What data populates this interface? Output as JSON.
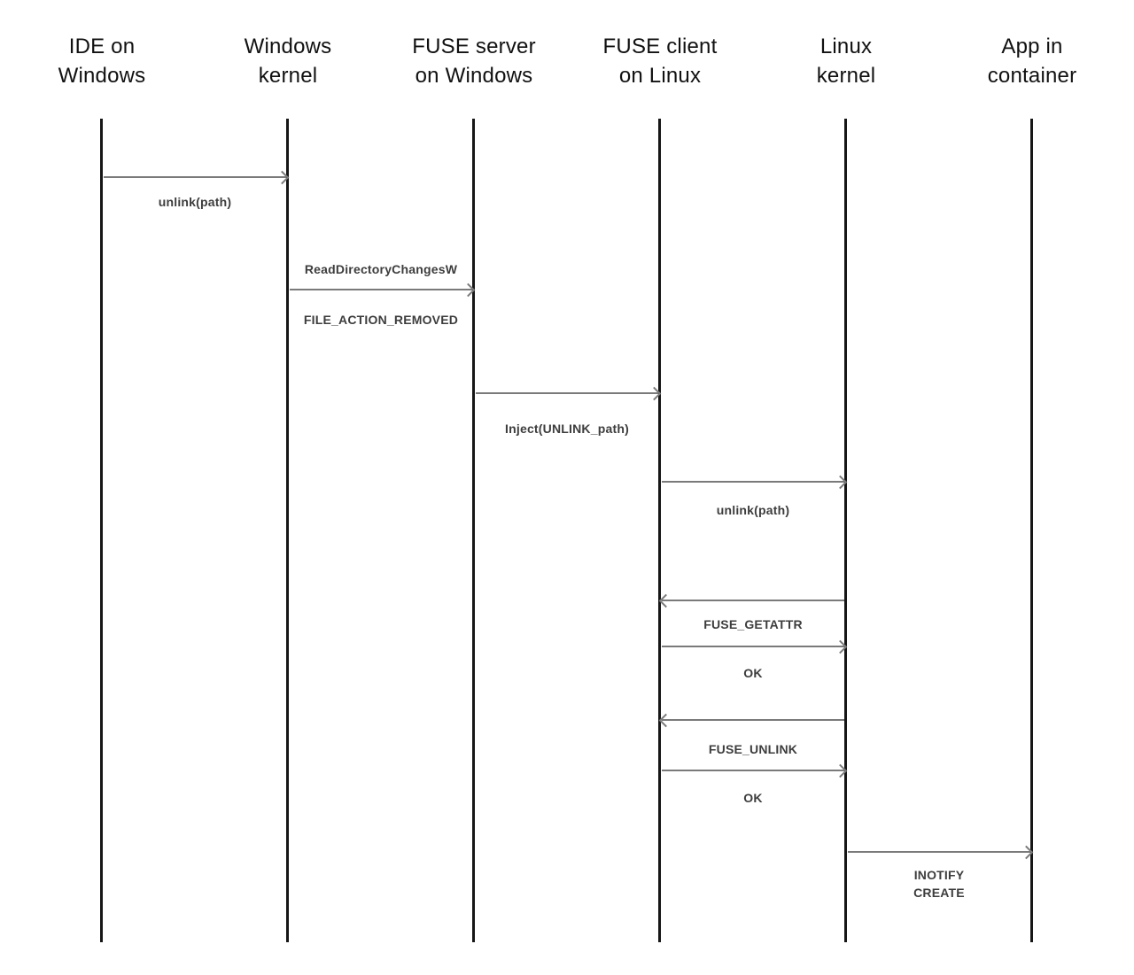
{
  "diagram": {
    "type": "sequence-diagram",
    "actors": [
      {
        "label": "IDE on\nWindows"
      },
      {
        "label": "Windows\nkernel"
      },
      {
        "label": "FUSE server\non Windows"
      },
      {
        "label": "FUSE client\non Linux"
      },
      {
        "label": "Linux\nkernel"
      },
      {
        "label": "App in\ncontainer"
      }
    ],
    "messages": [
      {
        "from": "IDE on Windows",
        "to": "Windows kernel",
        "direction": "right",
        "label": "unlink(path)"
      },
      {
        "from": "Windows kernel",
        "to": "FUSE server on Windows",
        "direction": "right",
        "label_above": "ReadDirectoryChangesW",
        "label_below": "FILE_ACTION_REMOVED"
      },
      {
        "from": "FUSE server on Windows",
        "to": "FUSE client on Linux",
        "direction": "right",
        "label": "Inject(UNLINK_path)"
      },
      {
        "from": "FUSE client on Linux",
        "to": "Linux kernel",
        "direction": "right",
        "label": "unlink(path)"
      },
      {
        "from": "Linux kernel",
        "to": "FUSE client on Linux",
        "direction": "left",
        "label": "FUSE_GETATTR"
      },
      {
        "from": "FUSE client on Linux",
        "to": "Linux kernel",
        "direction": "right",
        "label": "OK"
      },
      {
        "from": "Linux kernel",
        "to": "FUSE client on Linux",
        "direction": "left",
        "label": "FUSE_UNLINK"
      },
      {
        "from": "FUSE client on Linux",
        "to": "Linux kernel",
        "direction": "right",
        "label": "OK"
      },
      {
        "from": "Linux kernel",
        "to": "App in container",
        "direction": "right",
        "label": "INOTIFY\nCREATE"
      }
    ],
    "colors": {
      "background": "#ffffff",
      "lifeline": "#161616",
      "arrow": "#7a7a7a",
      "label_text": "#3d3d3d",
      "actor_text": "#111111"
    }
  }
}
